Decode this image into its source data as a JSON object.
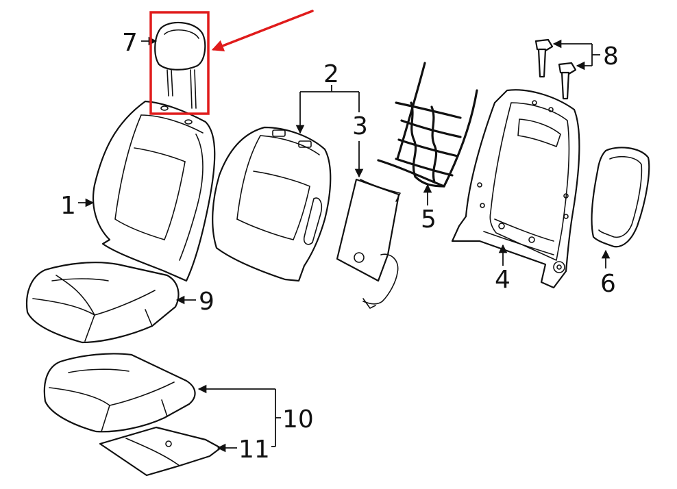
{
  "callouts": {
    "c1": "1",
    "c2": "2",
    "c3": "3",
    "c4": "4",
    "c5": "5",
    "c6": "6",
    "c7": "7",
    "c8": "8",
    "c9": "9",
    "c10": "10",
    "c11": "11"
  },
  "colors": {
    "line": "#111111",
    "highlight": "#e01b1b",
    "background": "#ffffff"
  },
  "highlighted_part": "7"
}
